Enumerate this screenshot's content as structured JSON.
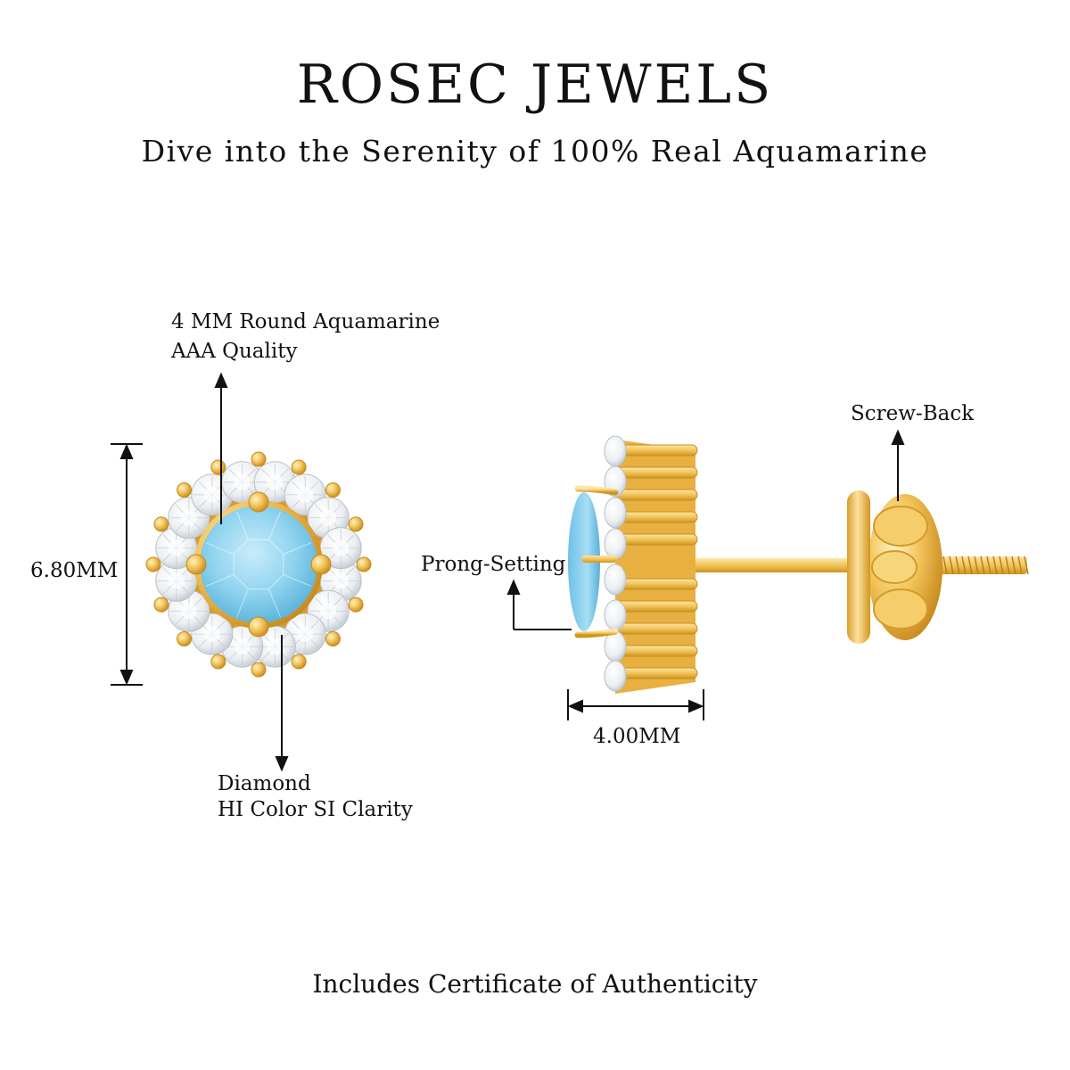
{
  "header": {
    "brand": "ROSEC JEWELS",
    "tagline": "Dive into the Serenity of 100% Real Aquamarine"
  },
  "callouts": {
    "center_stone_line1": "4 MM Round  Aquamarine",
    "center_stone_line2": "AAA Quality",
    "height_dimension": "6.80MM",
    "diamond_line1": "Diamond",
    "diamond_line2": "HI Color SI Clarity",
    "prong_setting": "Prong-Setting",
    "screw_back": "Screw-Back",
    "width_dimension": "4.00MM"
  },
  "footer": {
    "certificate": "Includes Certificate of Authenticity"
  },
  "colors": {
    "gold": "#f2c45a",
    "gold_dark": "#d89a2a",
    "aquamarine": "#8fd3ef",
    "diamond": "#f2f4f6",
    "annotation_line": "#111111"
  }
}
